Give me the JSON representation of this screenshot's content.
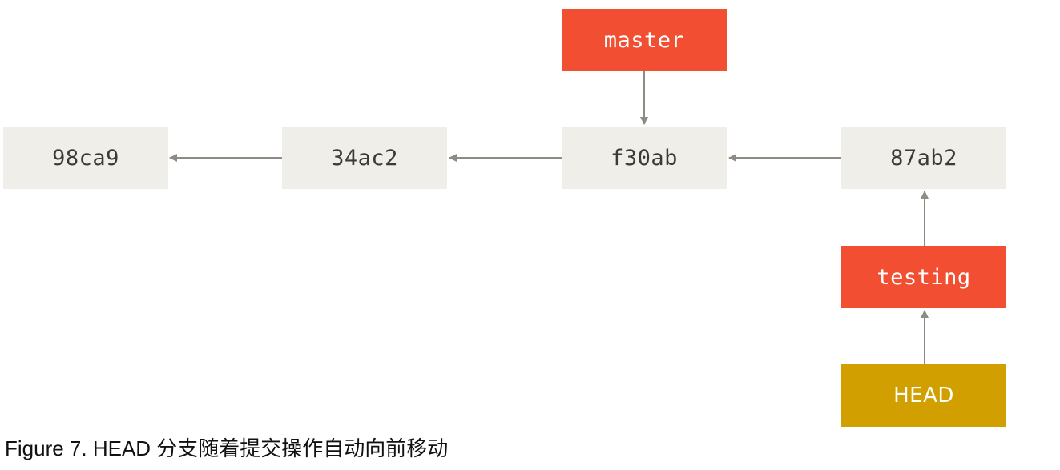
{
  "commits": {
    "c1": "98ca9",
    "c2": "34ac2",
    "c3": "f30ab",
    "c4": "87ab2"
  },
  "branches": {
    "master": "master",
    "testing": "testing"
  },
  "head": "HEAD",
  "caption": "Figure 7. HEAD 分支随着提交操作自动向前移动",
  "colors": {
    "commit_fill": "#efeee8",
    "branch_fill": "#f14e32",
    "head_fill": "#d1a000",
    "arrow": "#8e8b84"
  }
}
